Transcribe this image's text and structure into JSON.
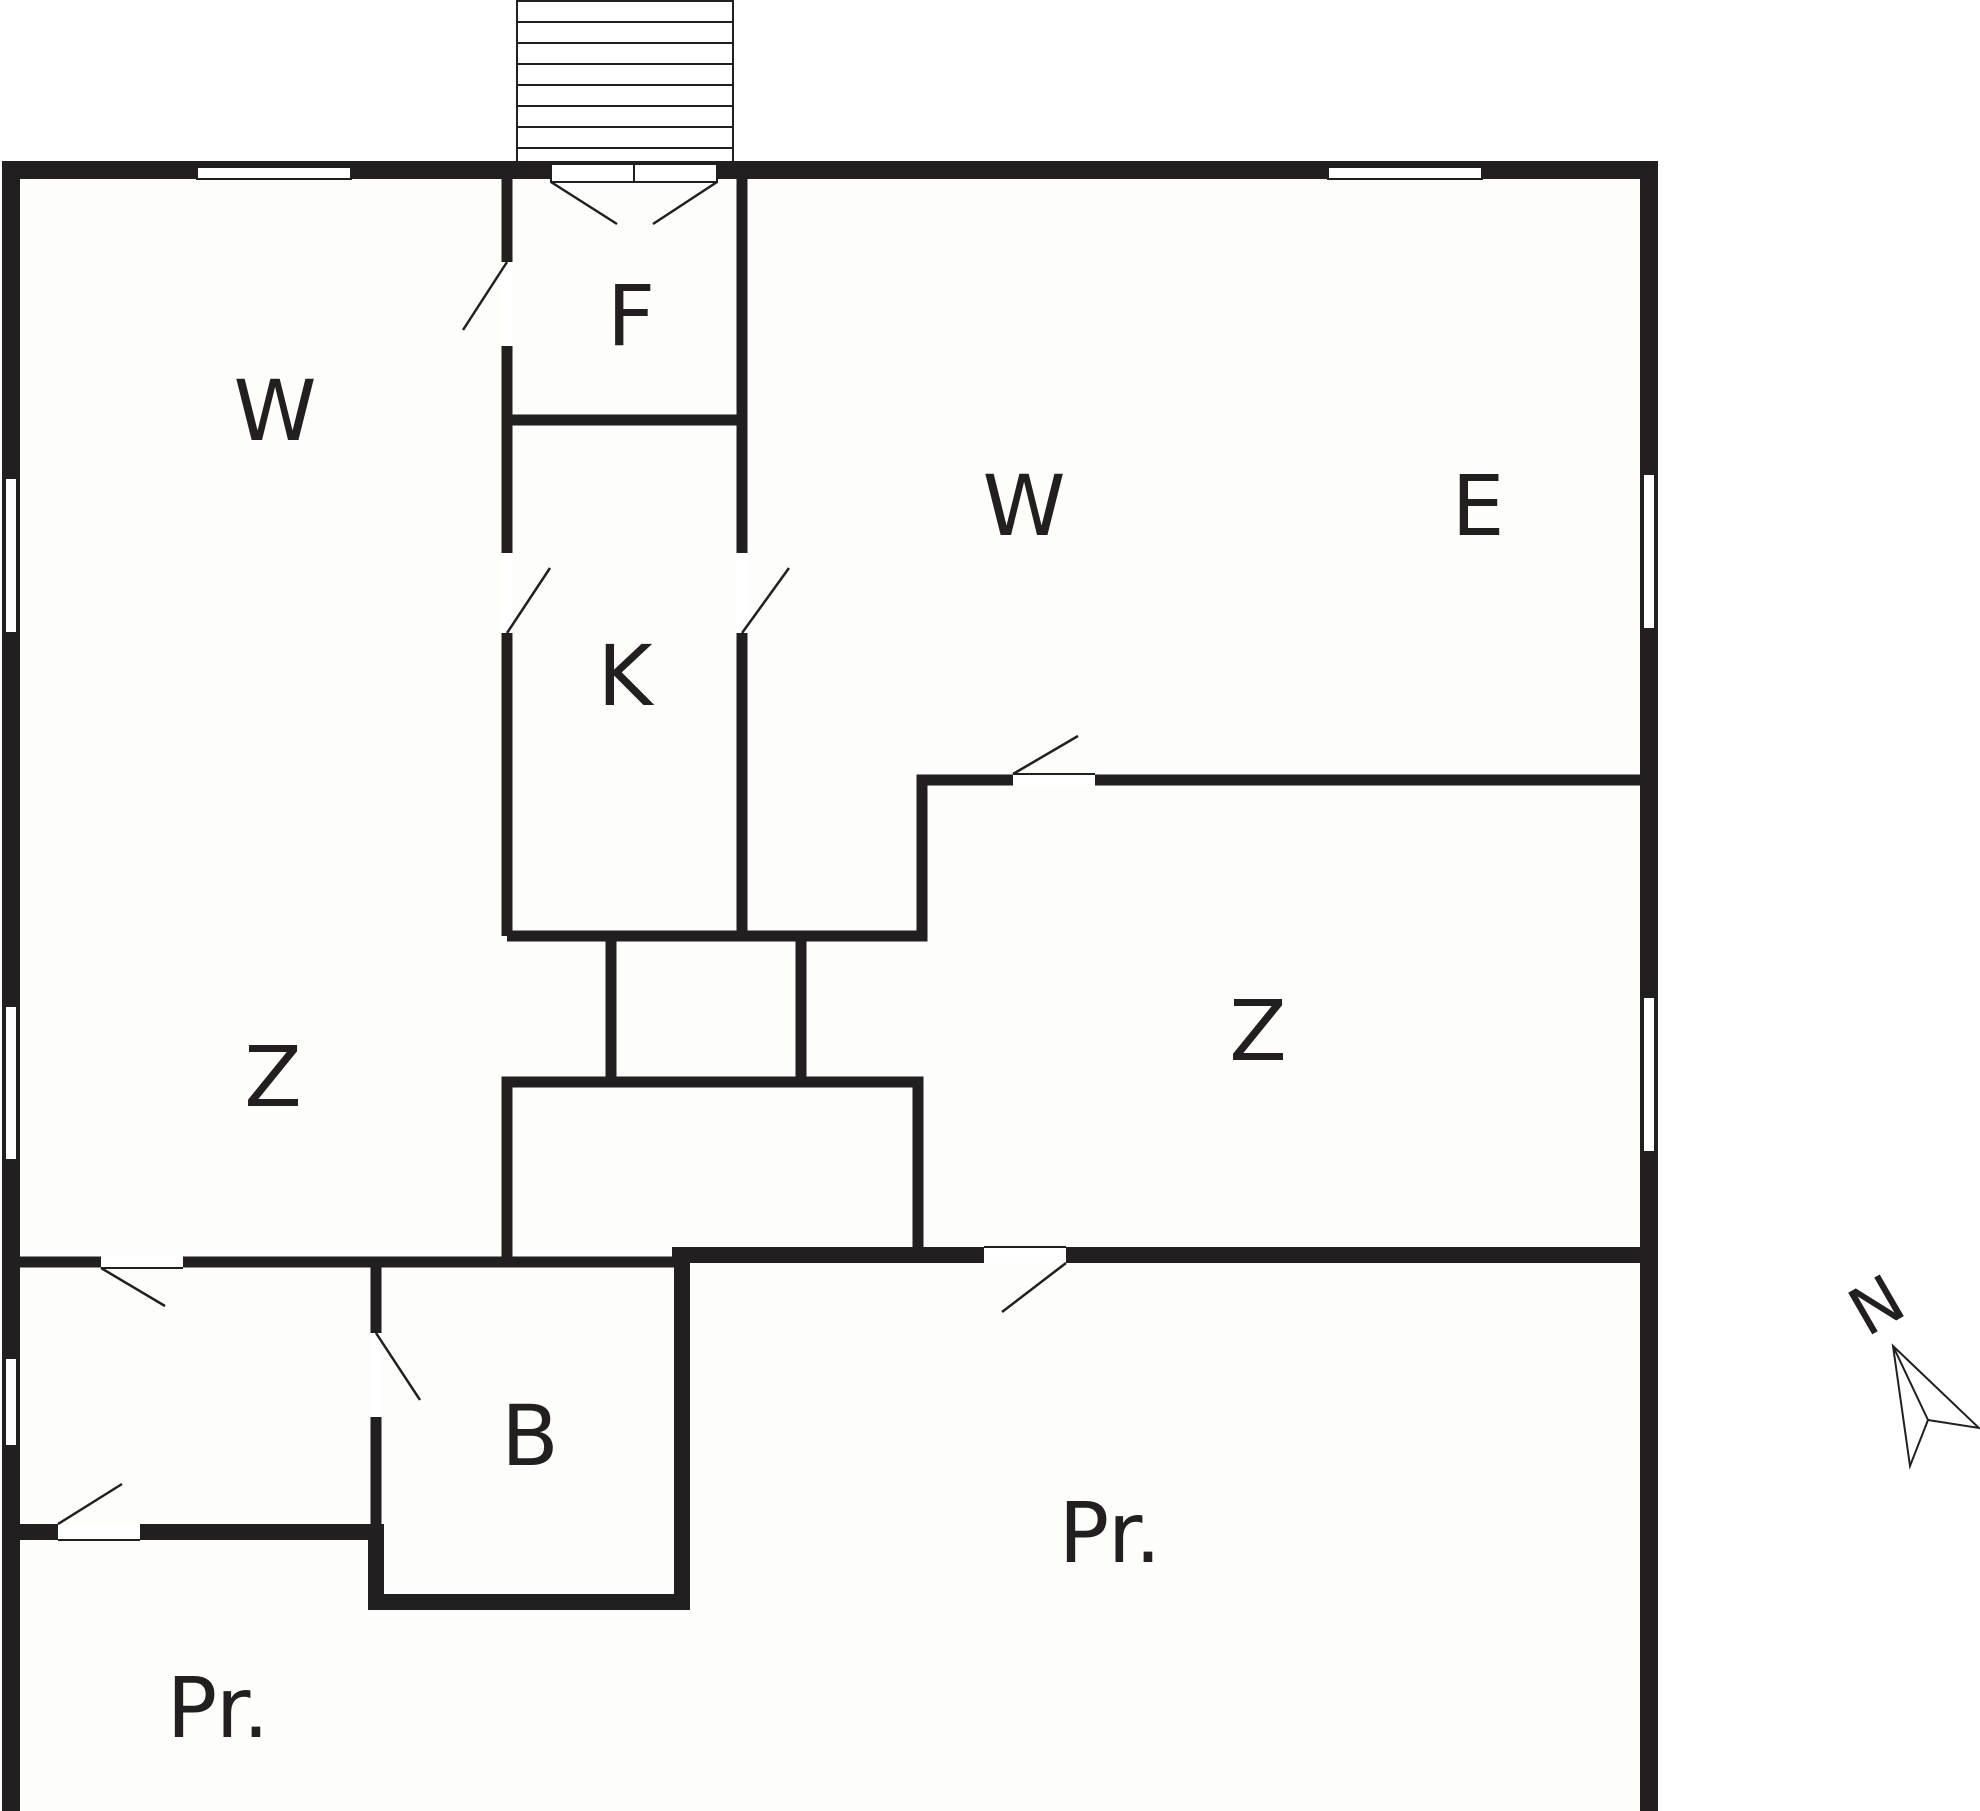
{
  "colors": {
    "wall": "#231f20",
    "floor": "#fdfef9",
    "opening": "#ffffff",
    "background": "#ffffff"
  },
  "rooms": {
    "w_left": "W",
    "f_hall": "F",
    "k_kitchen": "K",
    "w_right": "W",
    "e_room": "E",
    "z_left": "Z",
    "z_right": "Z",
    "b_bath": "B",
    "pr_right": "Pr.",
    "pr_left": "Pr."
  },
  "compass": {
    "north_label": "N"
  },
  "icons": {
    "stairs": "stairs-icon",
    "compass": "north-arrow-icon"
  }
}
